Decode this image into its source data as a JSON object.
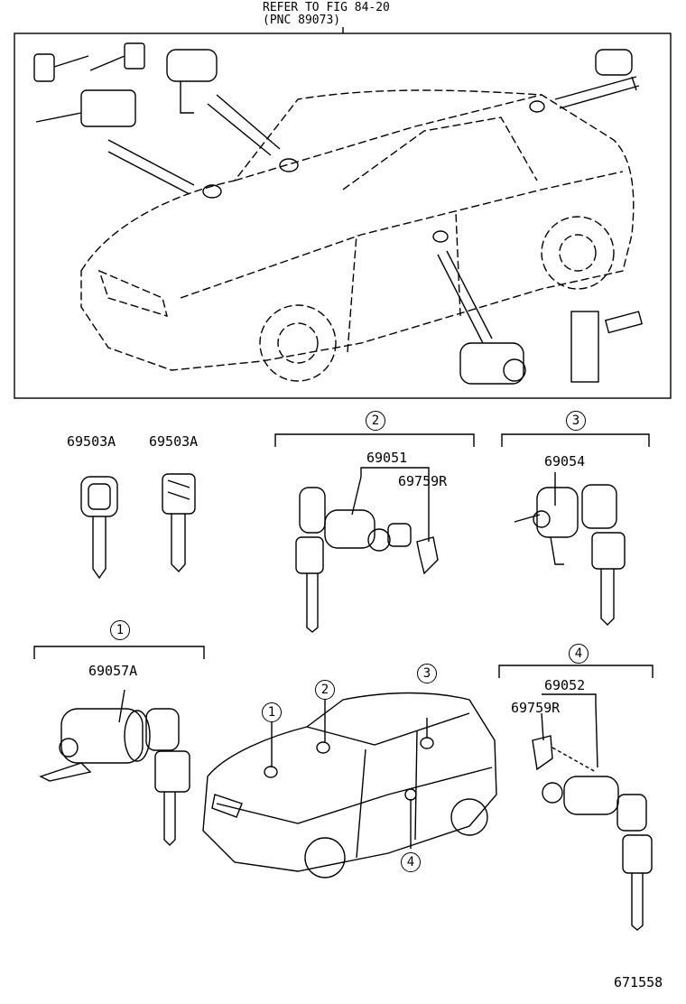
{
  "header": {
    "line1": "REFER TO FIG 84-20",
    "line2": "(PNC 89073)"
  },
  "groups": [
    {
      "number": "2",
      "part": "69051",
      "sub_part": "69759R"
    },
    {
      "number": "3",
      "part": "69054"
    },
    {
      "number": "1",
      "part": "69057A"
    },
    {
      "number": "4",
      "part": "69052",
      "sub_part": "69759R"
    }
  ],
  "keys": {
    "left_key": "69503A",
    "right_key": "69503A"
  },
  "car_callouts": [
    "1",
    "2",
    "3",
    "4"
  ],
  "figure_number": "671558"
}
